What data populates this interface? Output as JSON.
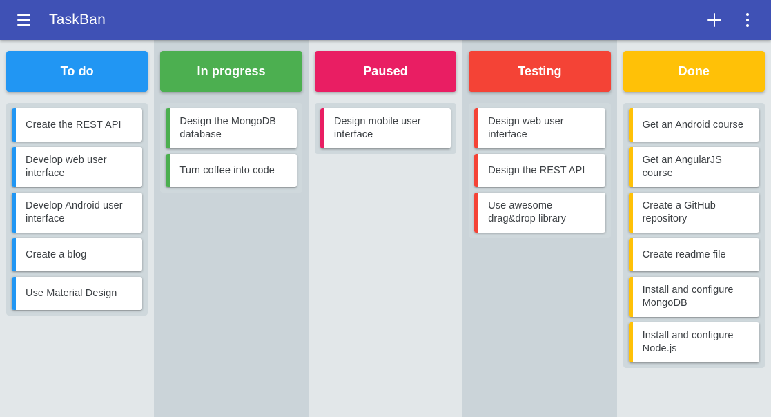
{
  "appbar": {
    "title": "TaskBan",
    "menu_icon": "hamburger-menu-icon",
    "add_icon": "plus-icon",
    "overflow_icon": "more-vertical-icon",
    "background": "#3f51b5"
  },
  "board": {
    "page_background": "#e2e7e9",
    "column_alt_background": "#cbd4d9",
    "dropzone_background": "#cfd8dc",
    "card_background": "#ffffff",
    "card_text_color": "#3c4044",
    "columns": [
      {
        "id": "todo",
        "title": "To do",
        "color": "#2196f3",
        "tone": "light",
        "cards": [
          {
            "title": "Create the REST API"
          },
          {
            "title": "Develop web user interface"
          },
          {
            "title": "Develop Android user interface"
          },
          {
            "title": "Create a blog"
          },
          {
            "title": "Use Material Design"
          }
        ]
      },
      {
        "id": "in-progress",
        "title": "In progress",
        "color": "#4caf50",
        "tone": "dark",
        "cards": [
          {
            "title": "Design the MongoDB database"
          },
          {
            "title": "Turn coffee into code"
          }
        ]
      },
      {
        "id": "paused",
        "title": "Paused",
        "color": "#e91e63",
        "tone": "light",
        "cards": [
          {
            "title": "Design mobile user interface"
          }
        ]
      },
      {
        "id": "testing",
        "title": "Testing",
        "color": "#f44336",
        "tone": "dark",
        "cards": [
          {
            "title": "Design web user interface"
          },
          {
            "title": "Design the REST API"
          },
          {
            "title": "Use awesome drag&drop library"
          }
        ]
      },
      {
        "id": "done",
        "title": "Done",
        "color": "#ffc107",
        "tone": "light",
        "cards": [
          {
            "title": "Get an Android course"
          },
          {
            "title": "Get an AngularJS course"
          },
          {
            "title": "Create a GitHub repository"
          },
          {
            "title": "Create readme file"
          },
          {
            "title": "Install and configure MongoDB"
          },
          {
            "title": "Install and configure Node.js"
          }
        ]
      }
    ]
  }
}
